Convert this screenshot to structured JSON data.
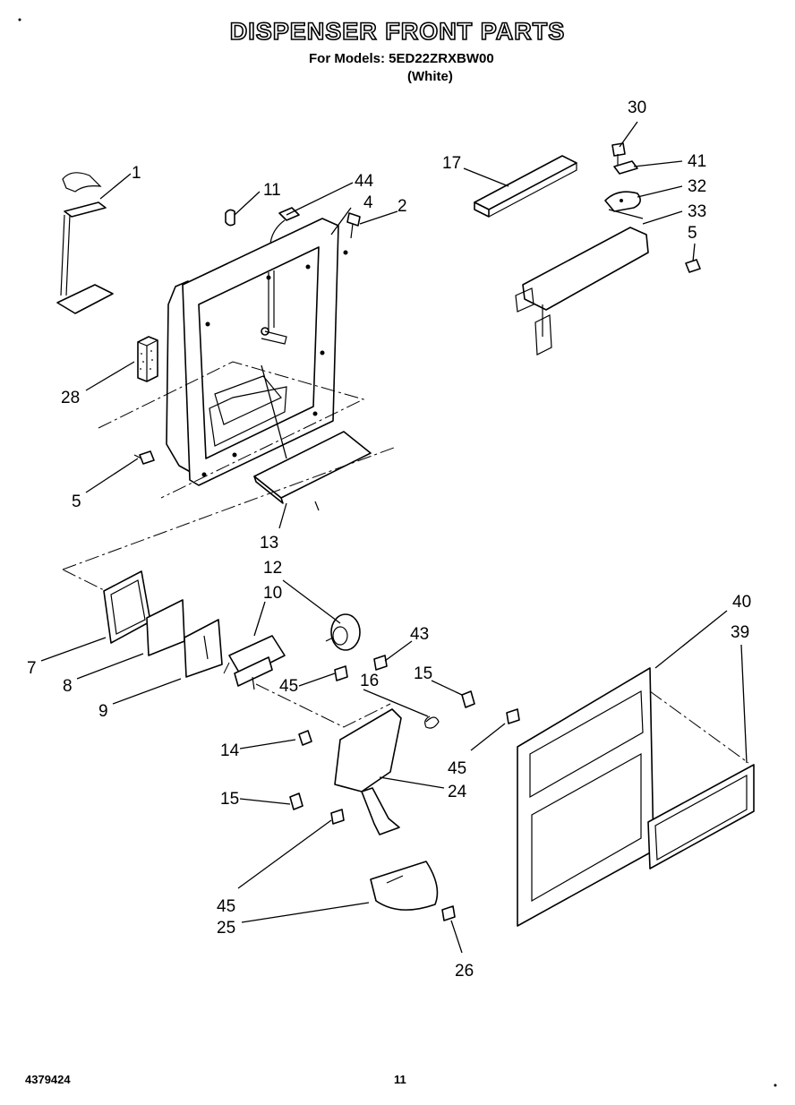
{
  "header": {
    "title": "DISPENSER FRONT PARTS",
    "models": "For Models: 5ED22ZRXBW00",
    "color": "(White)"
  },
  "footer": {
    "doc_number": "4379424",
    "page_number": "11"
  },
  "callouts": {
    "c1": "1",
    "c2": "2",
    "c4": "4",
    "c5a": "5",
    "c5b": "5",
    "c7": "7",
    "c8": "8",
    "c9": "9",
    "c10": "10",
    "c11": "11",
    "c12": "12",
    "c13": "13",
    "c14": "14",
    "c15a": "15",
    "c15b": "15",
    "c16": "16",
    "c17": "17",
    "c24": "24",
    "c25": "25",
    "c26": "26",
    "c28": "28",
    "c30": "30",
    "c32": "32",
    "c33": "33",
    "c39": "39",
    "c40": "40",
    "c41": "41",
    "c43": "43",
    "c44": "44",
    "c45a": "45",
    "c45b": "45",
    "c45c": "45"
  }
}
